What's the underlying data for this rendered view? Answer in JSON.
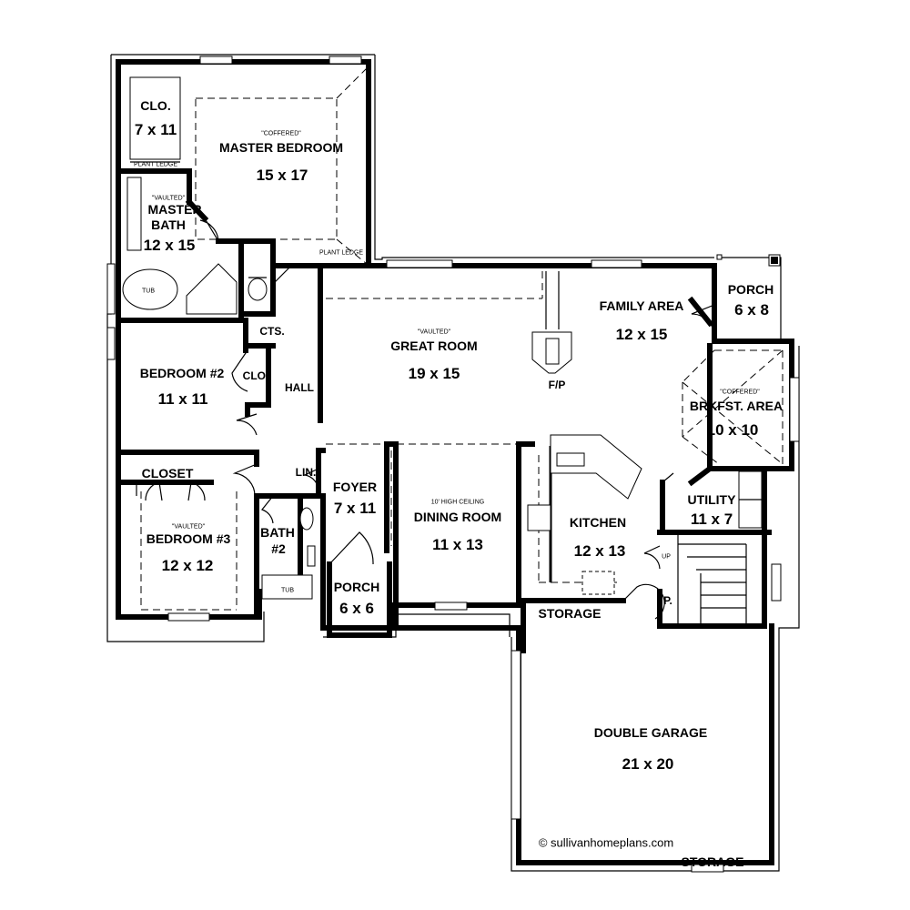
{
  "rooms": {
    "clo": {
      "name": "CLO.",
      "dim": "7 x 11"
    },
    "plant_ledge_small": "PLANT LEDGE",
    "master_bedroom": {
      "note": "\"COFFERED\"",
      "name": "MASTER BEDROOM",
      "dim": "15 x 17"
    },
    "master_bath": {
      "note": "\"VAULTED\"",
      "name_line1": "MASTER",
      "name_line2": "BATH",
      "dim": "12 x 15"
    },
    "tub_master": "TUB",
    "plant_ledge": "PLANT LEDGE",
    "cts": "CTS.",
    "bedroom2": {
      "name": "BEDROOM #2",
      "dim": "11 x 11"
    },
    "clo2": "CLO.",
    "hall": "HALL",
    "great_room": {
      "note": "\"VAULTED\"",
      "name": "GREAT ROOM",
      "dim": "19 x 15"
    },
    "fp": "F/P",
    "family_area": {
      "name": "FAMILY AREA",
      "dim": "12 x 15"
    },
    "porch_rear": {
      "name": "PORCH",
      "dim": "6 x 8"
    },
    "brkfst": {
      "note": "\"COFFERED\"",
      "name": "BRKFST. AREA",
      "dim": "10 x 10"
    },
    "closet": "CLOSET",
    "lin": "LIN.",
    "foyer": {
      "name": "FOYER",
      "dim": "7 x 11"
    },
    "dining": {
      "note": "10' HIGH CEILING",
      "name": "DINING ROOM",
      "dim": "11 x 13"
    },
    "kitchen": {
      "name": "KITCHEN",
      "dim": "12 x 13"
    },
    "utility": {
      "name": "UTILITY",
      "dim": "11 x 7"
    },
    "bedroom3": {
      "note": "\"VAULTED\"",
      "name": "BEDROOM #3",
      "dim": "12 x 12"
    },
    "bath2": {
      "name_line1": "BATH",
      "name_line2": "#2"
    },
    "tub_bath2": "TUB",
    "porch_front": {
      "name": "PORCH",
      "dim": "6 x 6"
    },
    "up": "UP",
    "pantry": "P.",
    "storage_kitchen": "STORAGE",
    "garage": {
      "name": "DOUBLE GARAGE",
      "dim": "21 x 20"
    },
    "storage_garage": "STORAGE"
  },
  "credit": "© sullivanhomeplans.com"
}
